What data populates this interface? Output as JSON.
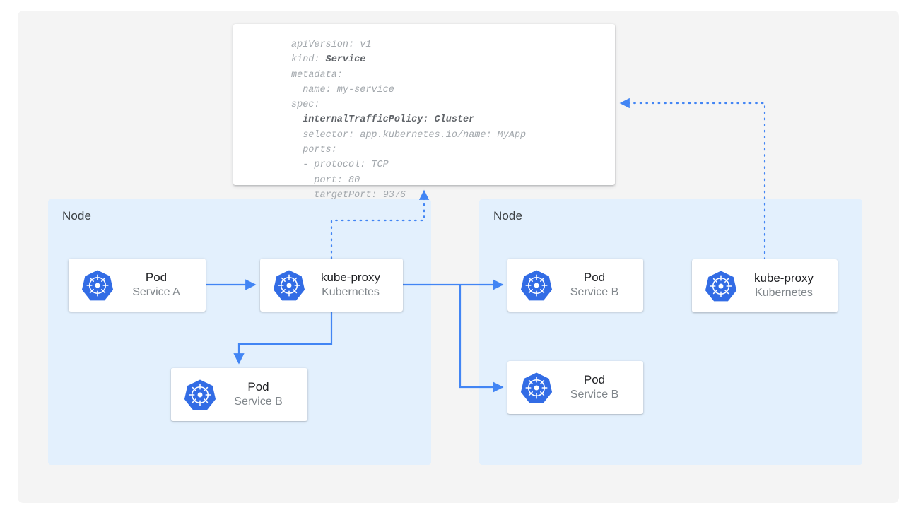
{
  "colors": {
    "canvas_bg": "#f4f4f4",
    "node_bg": "#e3f0fd",
    "card_bg": "#ffffff",
    "accent_blue": "#4285f4",
    "k8s_blue": "#326ce5",
    "title_text": "#202124",
    "sub_text": "#80868b",
    "code_text": "#a3a8ad",
    "code_emphasis": "#5f6368"
  },
  "yaml": {
    "lines": [
      {
        "text": "apiVersion: v1",
        "emphasis": false
      },
      {
        "text": "kind: ",
        "emphasis": false,
        "tail": "Service",
        "tail_emphasis": true
      },
      {
        "text": "metadata:",
        "emphasis": false
      },
      {
        "text": "  name: my-service",
        "emphasis": false
      },
      {
        "text": "spec:",
        "emphasis": false
      },
      {
        "text": "  internalTrafficPolicy: Cluster",
        "emphasis": true
      },
      {
        "text": "  selector: app.kubernetes.io/name: MyApp",
        "emphasis": false
      },
      {
        "text": "  ports:",
        "emphasis": false
      },
      {
        "text": "  - protocol: TCP",
        "emphasis": false
      },
      {
        "text": "    port: 80",
        "emphasis": false
      },
      {
        "text": "    targetPort: 9376",
        "emphasis": false
      }
    ],
    "full_text": "apiVersion: v1\nkind: Service\nmetadata:\n  name: my-service\nspec:\n  internalTrafficPolicy: Cluster\n  selector: app.kubernetes.io/name: MyApp\n  ports:\n  - protocol: TCP\n    port: 80\n    targetPort: 9376"
  },
  "nodes": {
    "left": {
      "label": "Node"
    },
    "right": {
      "label": "Node"
    }
  },
  "cards": {
    "pod_service_a": {
      "title": "Pod",
      "subtitle": "Service A",
      "icon": "kubernetes-icon"
    },
    "kube_proxy_left": {
      "title": "kube-proxy",
      "subtitle": "Kubernetes",
      "icon": "kubernetes-icon"
    },
    "pod_service_b_left": {
      "title": "Pod",
      "subtitle": "Service B",
      "icon": "kubernetes-icon"
    },
    "pod_service_b_top": {
      "title": "Pod",
      "subtitle": "Service B",
      "icon": "kubernetes-icon"
    },
    "pod_service_b_bot": {
      "title": "Pod",
      "subtitle": "Service B",
      "icon": "kubernetes-icon"
    },
    "kube_proxy_right": {
      "title": "kube-proxy",
      "subtitle": "Kubernetes",
      "icon": "kubernetes-icon"
    }
  },
  "connections": [
    {
      "name": "pod-a-to-kube-proxy",
      "style": "solid",
      "from": "pod_service_a",
      "to": "kube_proxy_left"
    },
    {
      "name": "kube-proxy-to-pod-b-local",
      "style": "solid",
      "from": "kube_proxy_left",
      "to": "pod_service_b_left"
    },
    {
      "name": "kube-proxy-to-pod-b-remote-top",
      "style": "solid",
      "from": "kube_proxy_left",
      "to": "pod_service_b_top"
    },
    {
      "name": "kube-proxy-to-pod-b-remote-bottom",
      "style": "solid",
      "from": "kube_proxy_left",
      "to": "pod_service_b_bot"
    },
    {
      "name": "kube-proxy-left-to-manifest",
      "style": "dotted",
      "from": "kube_proxy_left",
      "to": "yaml_card"
    },
    {
      "name": "kube-proxy-right-to-manifest",
      "style": "dotted",
      "from": "kube_proxy_right",
      "to": "yaml_card"
    }
  ]
}
